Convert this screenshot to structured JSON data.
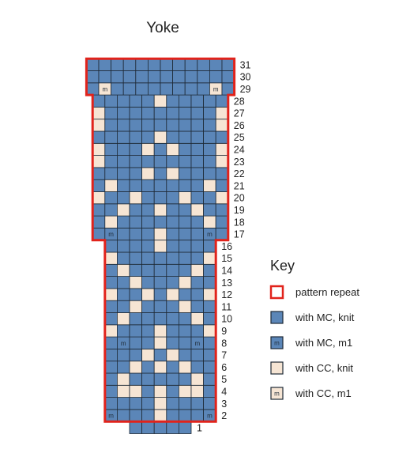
{
  "title": "Yoke",
  "colors": {
    "mc": "#5b86b8",
    "cc": "#f6e5d4",
    "grid_line": "#1e2a36",
    "repeat_outline": "#e1231b",
    "text": "#222222"
  },
  "chart": {
    "legend": "A = MC knit, C = CC knit, a = MC m1, c = CC m1",
    "rows": [
      {
        "number": "1",
        "cells": "AAAAA"
      },
      {
        "number": "2",
        "cells": "aAAACAAAa"
      },
      {
        "number": "3",
        "cells": "AAAACAAAA"
      },
      {
        "number": "4",
        "cells": "ACCACACCA"
      },
      {
        "number": "5",
        "cells": "ACAAAAACA"
      },
      {
        "number": "6",
        "cells": "AACACACAA"
      },
      {
        "number": "7",
        "cells": "AAACACAAA"
      },
      {
        "number": "8",
        "cells": "AaAACAAaA"
      },
      {
        "number": "9",
        "cells": "CAAACAAAC"
      },
      {
        "number": "10",
        "cells": "ACAAAAACA"
      },
      {
        "number": "11",
        "cells": "AACAAACAA"
      },
      {
        "number": "12",
        "cells": "CAACACAAC"
      },
      {
        "number": "13",
        "cells": "AACAAACAA"
      },
      {
        "number": "14",
        "cells": "ACAAAAACA"
      },
      {
        "number": "15",
        "cells": "CAAAAAAAC"
      },
      {
        "number": "16",
        "cells": "AAAACAAAA"
      },
      {
        "number": "17",
        "cells": "AaAAACAAAaA"
      },
      {
        "number": "18",
        "cells": "ACAAAAAAACA"
      },
      {
        "number": "19",
        "cells": "AACAACAACAA"
      },
      {
        "number": "20",
        "cells": "CAACAAACAAC"
      },
      {
        "number": "21",
        "cells": "ACAAAAAAACA"
      },
      {
        "number": "22",
        "cells": "AAAACACAAAA"
      },
      {
        "number": "23",
        "cells": "CAAAAAAAAAC"
      },
      {
        "number": "24",
        "cells": "CAAACACAAAC"
      },
      {
        "number": "25",
        "cells": "AAAAACAAAAA"
      },
      {
        "number": "26",
        "cells": "CAAAAAAAAAC"
      },
      {
        "number": "27",
        "cells": "CAAAAAAAAAC"
      },
      {
        "number": "28",
        "cells": "AAAAACAAAAA"
      },
      {
        "number": "29",
        "cells": "AcAAAAAAAAcA"
      },
      {
        "number": "30",
        "cells": "AAAAAAAAAAAA"
      },
      {
        "number": "31",
        "cells": "AAAAAAAAAAAA"
      }
    ]
  },
  "key": {
    "title": "Key",
    "items": [
      {
        "type": "repeat",
        "label": "pattern repeat",
        "mark": ""
      },
      {
        "type": "mc-knit",
        "label": "with MC, knit",
        "mark": ""
      },
      {
        "type": "mc-m1",
        "label": "with MC, m1",
        "mark": "m"
      },
      {
        "type": "cc-knit",
        "label": "with CC, knit",
        "mark": ""
      },
      {
        "type": "cc-m1",
        "label": "with CC, m1",
        "mark": "m"
      }
    ]
  }
}
